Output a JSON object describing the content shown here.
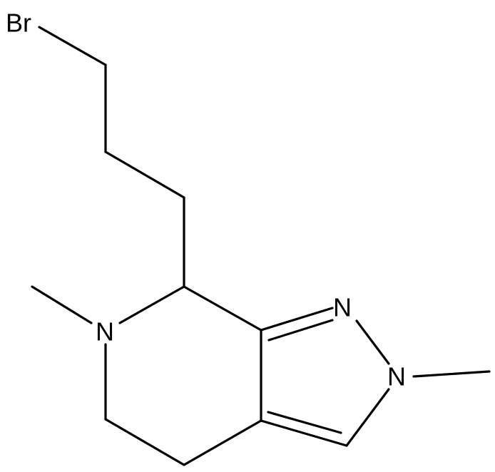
{
  "molecule": {
    "atoms": {
      "bromine": "Br",
      "ring_nitrogen": "N",
      "pyrazole_n1": "N",
      "pyrazole_n2": "N"
    },
    "colors": {
      "bond": "#000000",
      "label": "#000000",
      "background": "#ffffff"
    }
  }
}
